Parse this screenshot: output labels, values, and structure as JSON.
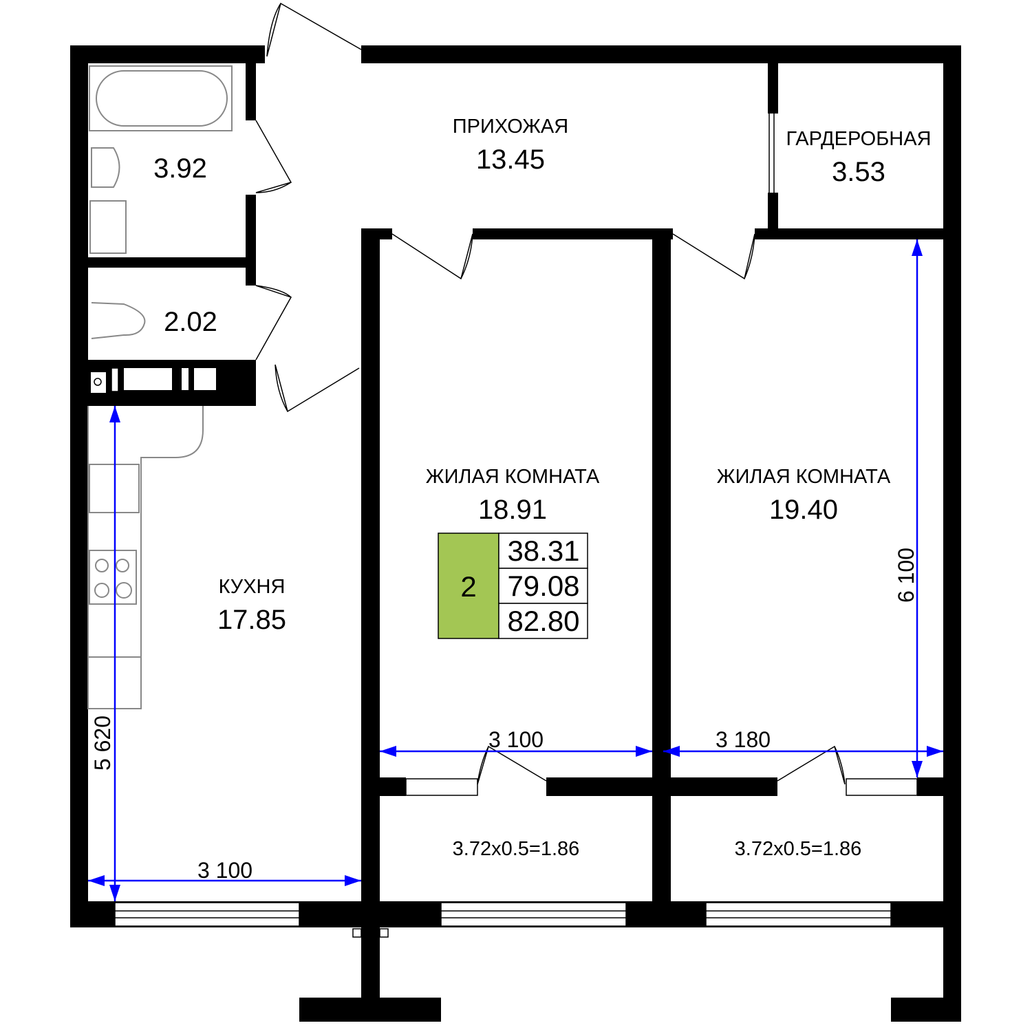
{
  "rooms": {
    "hallway": {
      "label": "ПРИХОЖАЯ",
      "area": "13.45"
    },
    "wardrobe": {
      "label": "ГАРДЕРОБНАЯ",
      "area": "3.53"
    },
    "bathroom": {
      "area": "3.92"
    },
    "toilet": {
      "area": "2.02"
    },
    "kitchen": {
      "label": "КУХНЯ",
      "area": "17.85"
    },
    "living1": {
      "label": "ЖИЛАЯ КОМНАТА",
      "area": "18.91"
    },
    "living2": {
      "label": "ЖИЛАЯ КОМНАТА",
      "area": "19.40"
    },
    "balcony1": {
      "area": "3.72x0.5=1.86"
    },
    "balcony2": {
      "area": "3.72x0.5=1.86"
    }
  },
  "info": {
    "rooms_count": "2",
    "living_area": "38.31",
    "total_area": "79.08",
    "total_with_balcony": "82.80",
    "accent": "#a3c654"
  },
  "dimensions": {
    "kitchen_width": "3 100",
    "kitchen_length": "5 620",
    "living1_width": "3 100",
    "living2_width": "3 180",
    "living2_length": "6 100"
  }
}
